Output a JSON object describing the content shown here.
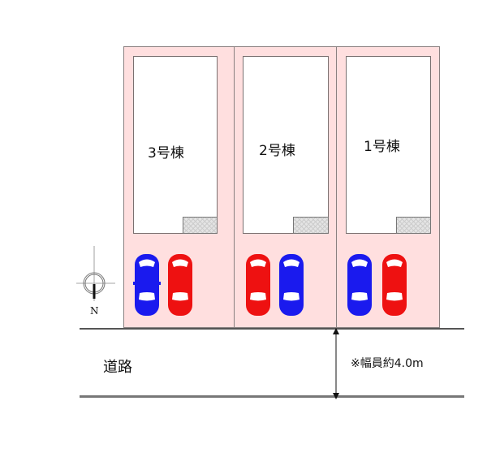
{
  "lots": [
    {
      "label": "3号棟",
      "cars": [
        "#1a1aee",
        "#ee1111"
      ]
    },
    {
      "label": "2号棟",
      "cars": [
        "#ee1111",
        "#1a1aee"
      ]
    },
    {
      "label": "1号棟",
      "cars": [
        "#1a1aee",
        "#ee1111"
      ]
    }
  ],
  "road": {
    "label": "道路",
    "width_note": "※幅員約4.0m"
  },
  "compass": {
    "label": "N"
  },
  "colors": {
    "lot_fill": "#ffdfdf",
    "car_blue": "#1a1aee",
    "car_red": "#ee1111"
  }
}
